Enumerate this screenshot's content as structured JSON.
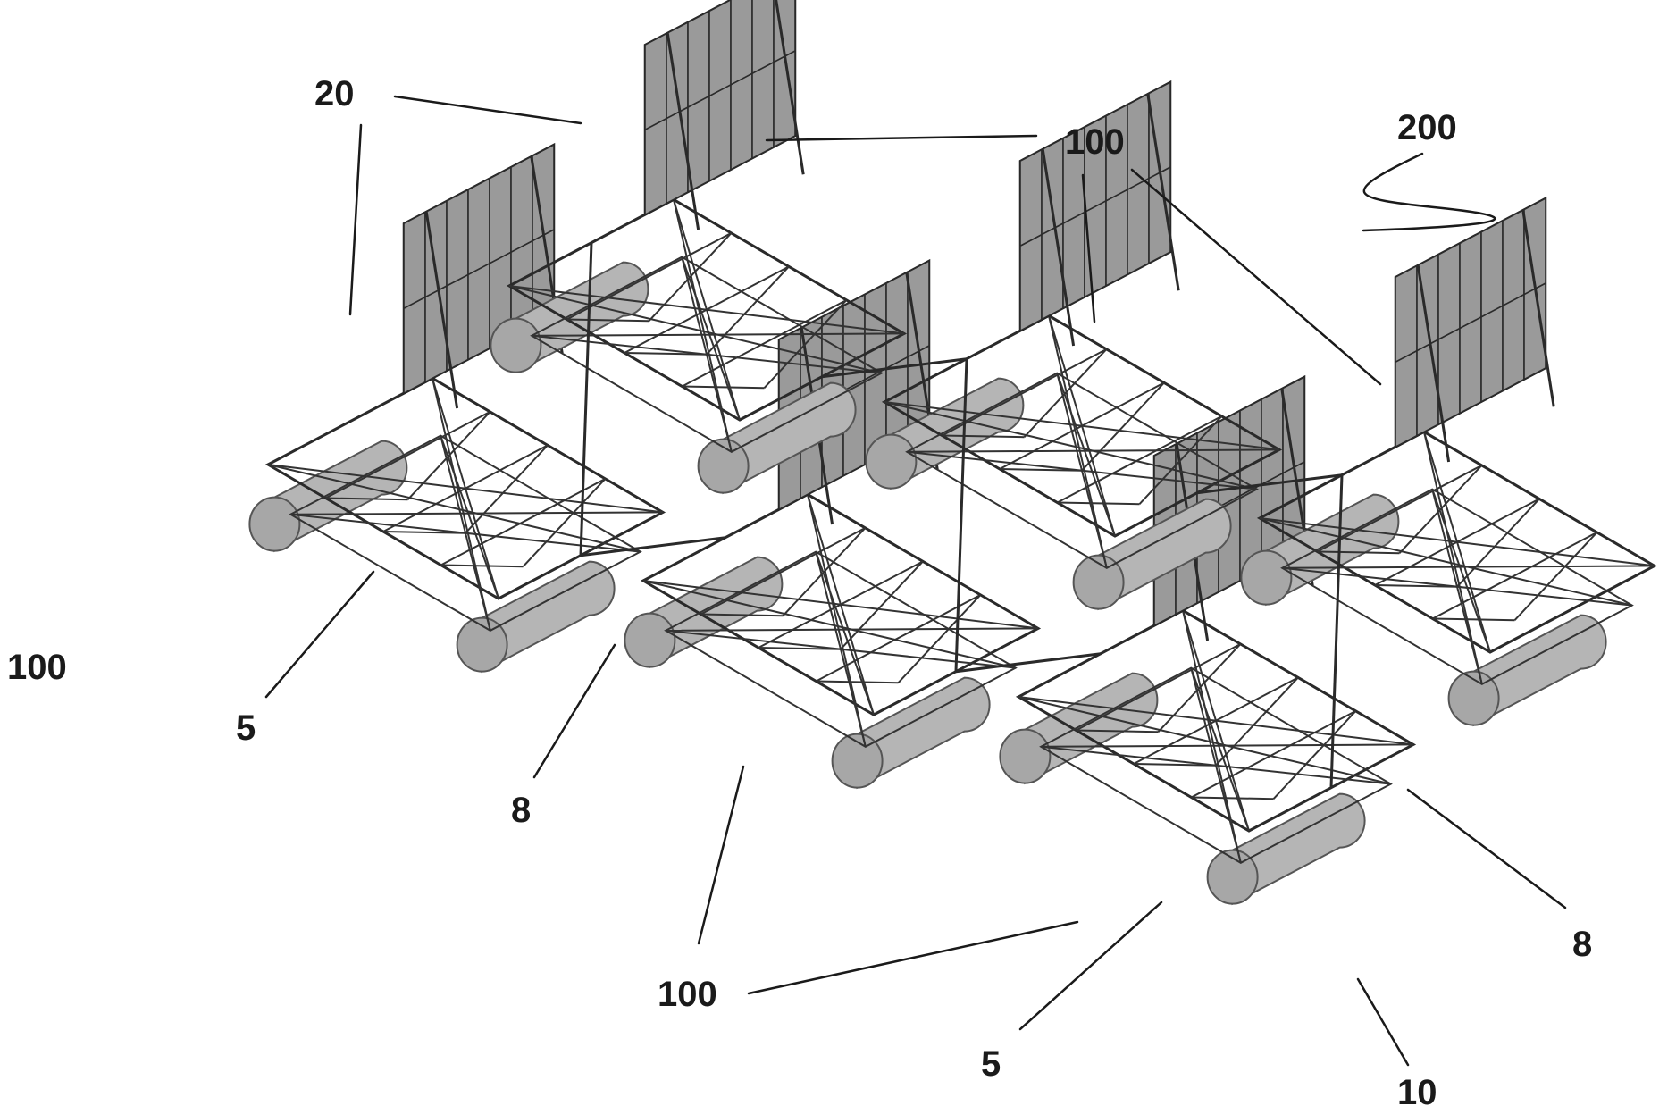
{
  "figure": {
    "labels": {
      "panel": "20",
      "unit_top": "100",
      "system": "200",
      "unit_left": "100",
      "unit_bottom": "100",
      "frame_left": "5",
      "frame_bottom": "5",
      "connector_left": "8",
      "connector_right": "8",
      "float": "10"
    }
  }
}
